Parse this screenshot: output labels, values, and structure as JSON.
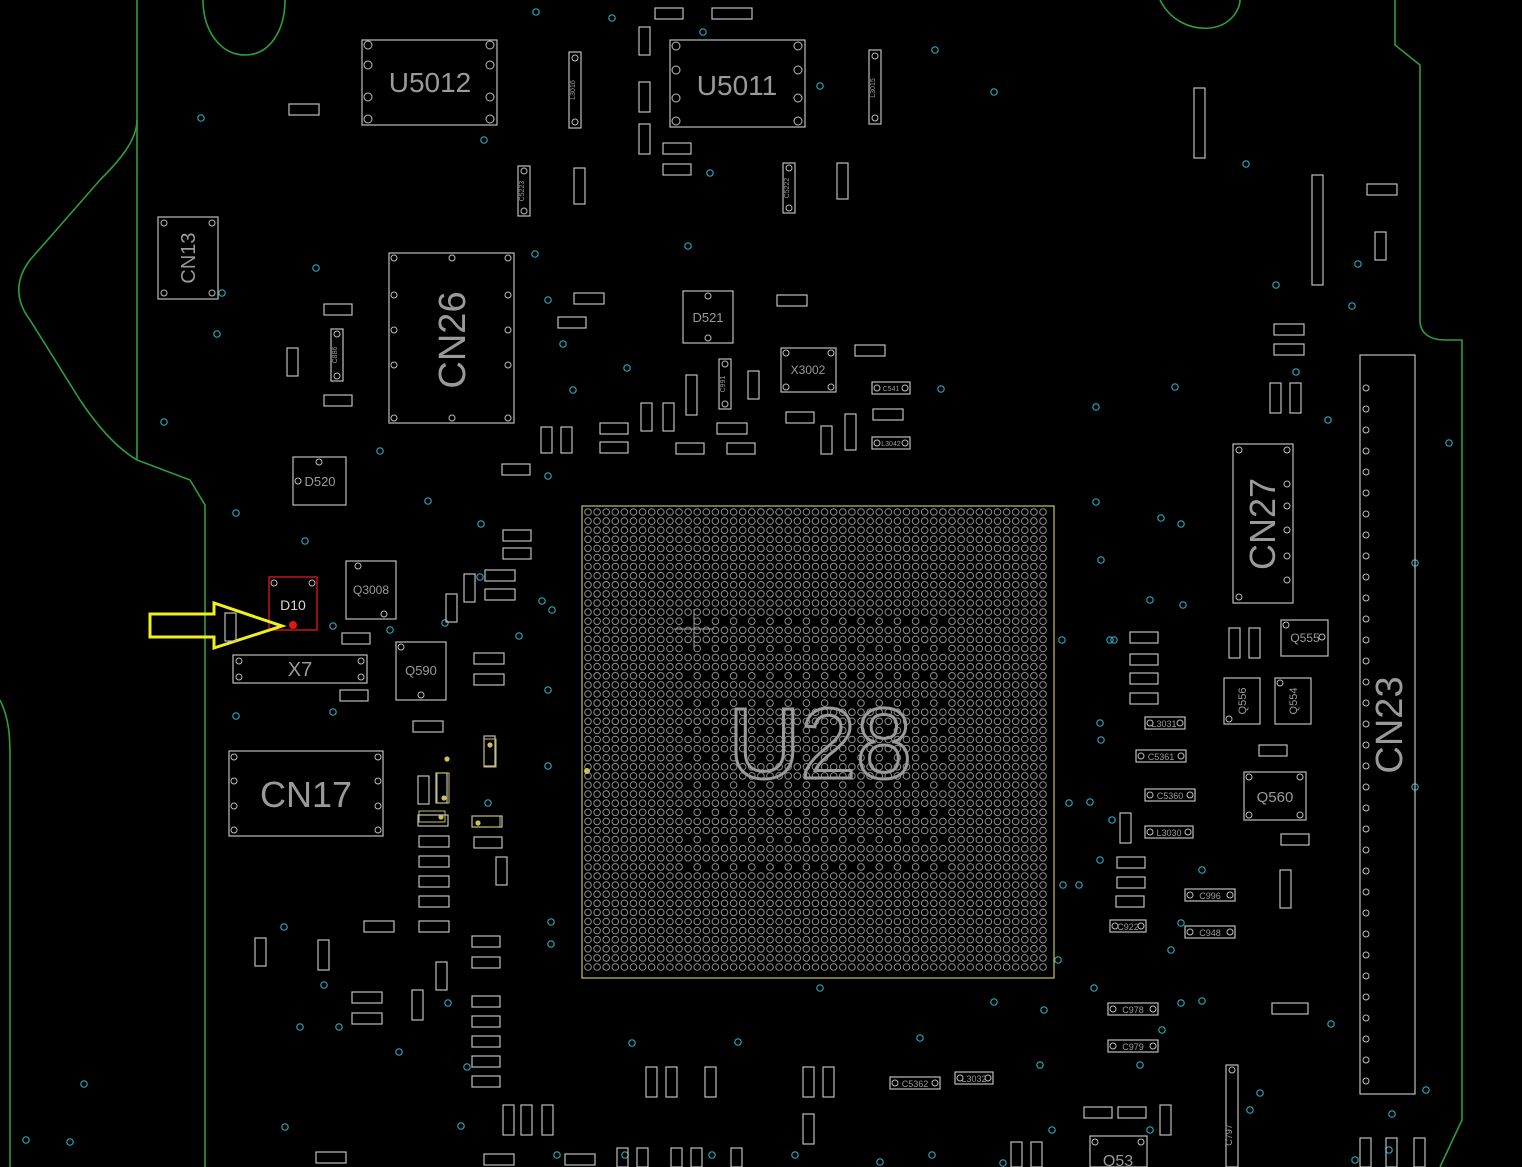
{
  "board": {
    "background": "#000000",
    "outline_color": "#2e9e3a",
    "silk_color": "#bdbdbd",
    "via_color": "#2aa3b5",
    "bga_color": "#c8c060",
    "highlight_color": "#d01818",
    "arrow_color": "#f0f020"
  },
  "components": {
    "u5012": "U5012",
    "u5011": "U5011",
    "cn13": "CN13",
    "cn26": "CN26",
    "d521": "D521",
    "x3002": "X3002",
    "d520": "D520",
    "d10": "D10",
    "q3008": "Q3008",
    "x7": "X7",
    "q590": "Q590",
    "cn17": "CN17",
    "u28": "U28",
    "cn27": "CN27",
    "q555": "Q555",
    "q556": "Q556",
    "q554": "Q554",
    "q560": "Q560",
    "cn23": "CN23",
    "q53": "Q53",
    "c5361": "C5361",
    "c5360": "C5360",
    "l3030": "L3030",
    "l3031": "L3031",
    "c996": "C996",
    "c948": "C948",
    "c978": "C978",
    "c979": "C979",
    "c5362": "C5362",
    "l3032": "L3032",
    "c797": "C797",
    "c922": "C922",
    "l3016": "L3016",
    "l3015": "L3015",
    "c5223": "C5223",
    "c5222": "C5222",
    "l3042": "L3042",
    "c541": "C541",
    "c991": "C991",
    "c886": "C886"
  },
  "annotation": {
    "highlighted_part": "D10",
    "pointer": "arrow"
  }
}
